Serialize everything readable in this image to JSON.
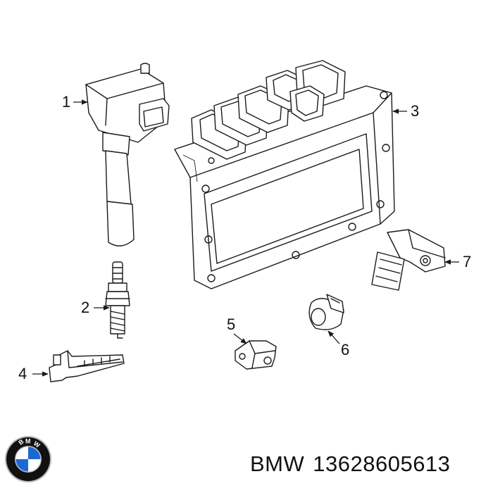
{
  "callouts": [
    {
      "id": "1",
      "label": "1"
    },
    {
      "id": "2",
      "label": "2"
    },
    {
      "id": "3",
      "label": "3"
    },
    {
      "id": "4",
      "label": "4"
    },
    {
      "id": "5",
      "label": "5"
    },
    {
      "id": "6",
      "label": "6"
    },
    {
      "id": "7",
      "label": "7"
    }
  ],
  "footer": {
    "brand": "BMW",
    "part_number": "13628605613"
  },
  "logo": {
    "text": "BMW",
    "colors": {
      "blue": "#1c69d4",
      "white": "#ffffff",
      "ring": "#111111",
      "chrome": "#b8b8b8"
    }
  }
}
